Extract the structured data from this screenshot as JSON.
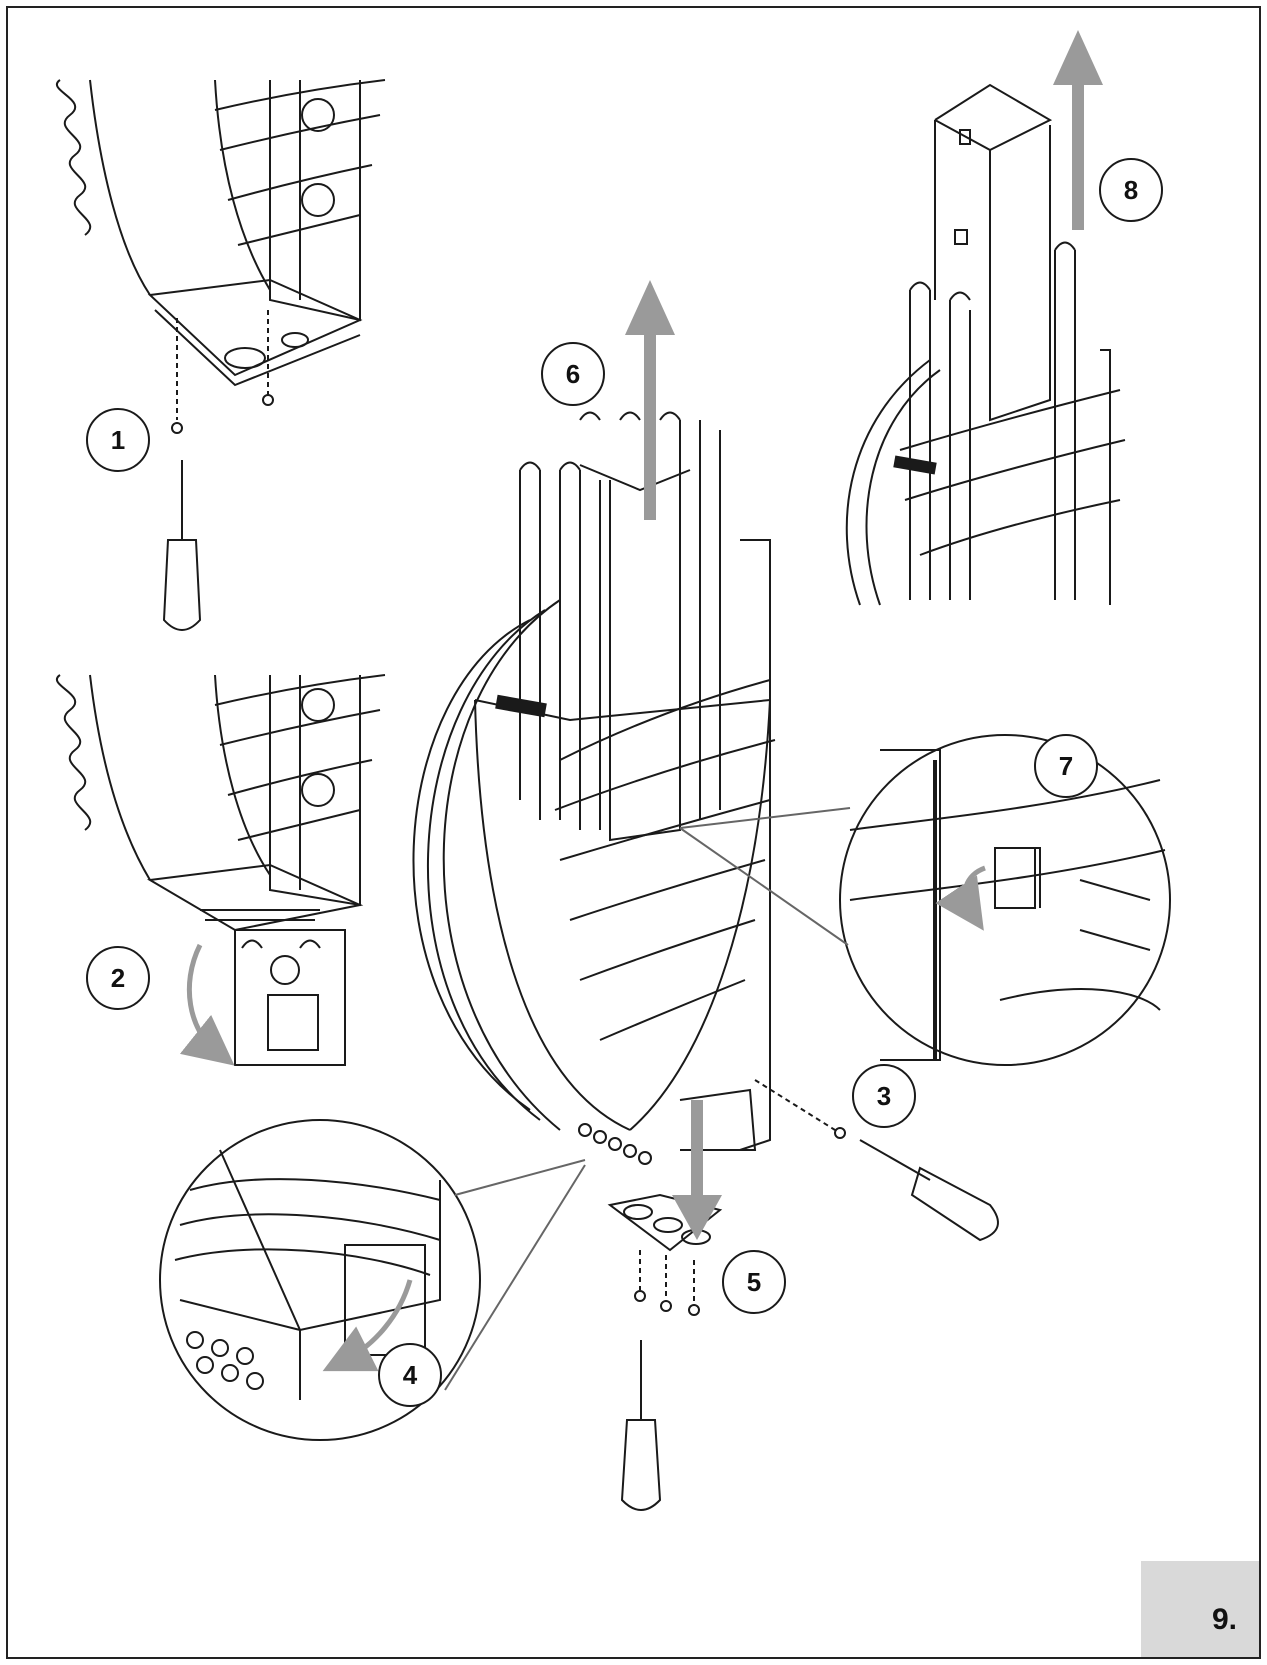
{
  "steps": [
    {
      "id": "step-1",
      "label": "1"
    },
    {
      "id": "step-2",
      "label": "2"
    },
    {
      "id": "step-3",
      "label": "3"
    },
    {
      "id": "step-4",
      "label": "4"
    },
    {
      "id": "step-5",
      "label": "5"
    },
    {
      "id": "step-6",
      "label": "6"
    },
    {
      "id": "step-7",
      "label": "7"
    },
    {
      "id": "step-8",
      "label": "8"
    }
  ],
  "page_number": "9.",
  "colors": {
    "line": "#1a1a1a",
    "arrow": "#9a9a9a",
    "page_tab": "#d9d9d9",
    "background": "#ffffff"
  }
}
